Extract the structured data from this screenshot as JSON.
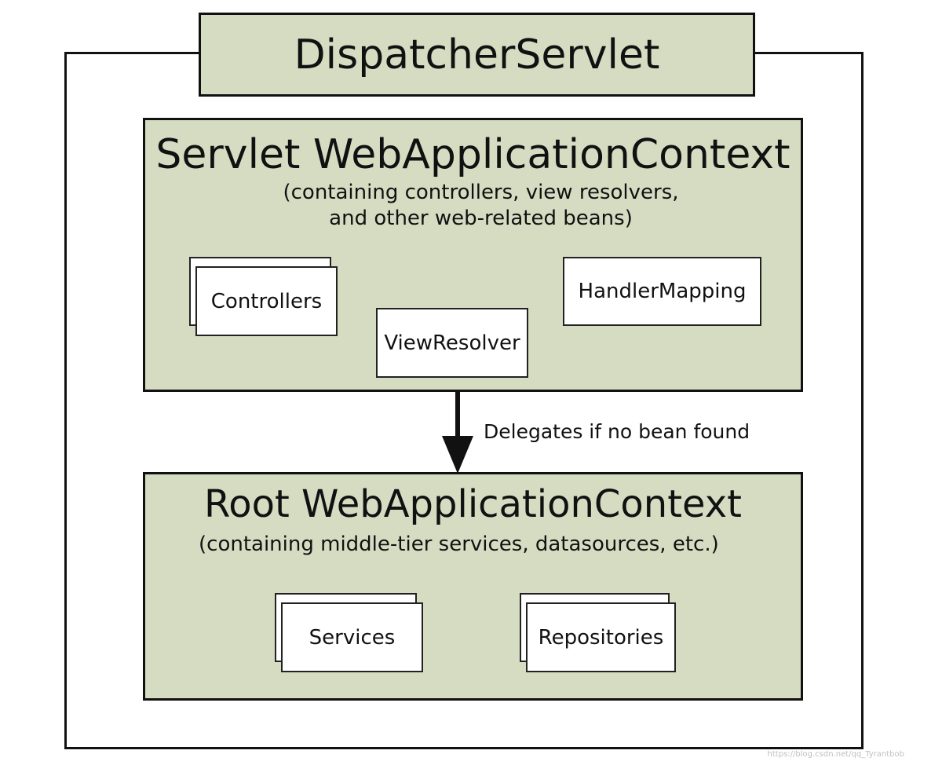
{
  "dispatcher": {
    "title": "DispatcherServlet"
  },
  "servlet_context": {
    "title": "Servlet WebApplicationContext",
    "subtitle_line1": "(containing controllers, view resolvers,",
    "subtitle_line2": "and other web-related beans)",
    "beans": {
      "controllers": "Controllers",
      "view_resolver": "ViewResolver",
      "handler_mapping": "HandlerMapping"
    }
  },
  "delegation": {
    "label": "Delegates if no bean found"
  },
  "root_context": {
    "title": "Root WebApplicationContext",
    "subtitle": "(containing middle-tier services, datasources, etc.)",
    "beans": {
      "services": "Services",
      "repositories": "Repositories"
    }
  },
  "watermark": {
    "text": "https://blog.csdn.net/qq_Tyrantbob"
  },
  "colors": {
    "context_fill": "#d6dcc2",
    "border": "#111111",
    "bean_fill": "#ffffff"
  }
}
